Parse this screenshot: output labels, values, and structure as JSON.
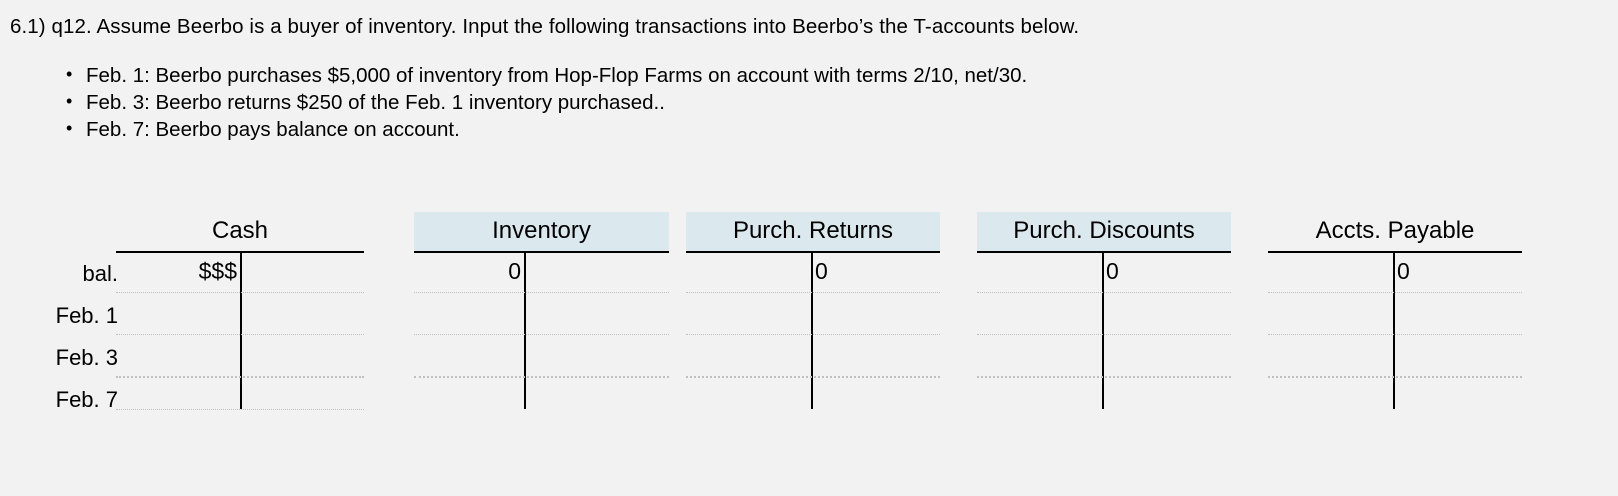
{
  "question": {
    "heading": "6.1) q12.  Assume Beerbo is a buyer of inventory.  Input the following transactions into Beerbo’s the T-accounts below.",
    "transactions": [
      "Feb. 1: Beerbo purchases $5,000 of inventory from Hop-Flop Farms on account with terms 2/10, net/30.",
      "Feb. 3: Beerbo returns $250 of the Feb. 1 inventory purchased..",
      "Feb. 7: Beerbo pays balance on account."
    ]
  },
  "colors": {
    "page_background": "#f2f2f2",
    "header_shading": "#dbe8ee",
    "rule": "#000000",
    "separator": "#bdbdbd"
  },
  "taccounts": {
    "row_labels": [
      "bal.",
      "Feb. 1",
      "Feb. 3",
      "Feb. 7"
    ],
    "accounts": [
      {
        "title": "Cash",
        "shaded": false,
        "debit_value": "$$$",
        "credit_value": "",
        "has_bottom_rule": true
      },
      {
        "title": "Inventory",
        "shaded": true,
        "debit_value": "0",
        "credit_value": "",
        "has_bottom_rule": false
      },
      {
        "title": "Purch. Returns",
        "shaded": true,
        "debit_value": "",
        "credit_value": "0",
        "has_bottom_rule": false
      },
      {
        "title": "Purch. Discounts",
        "shaded": true,
        "debit_value": "",
        "credit_value": "0",
        "has_bottom_rule": false
      },
      {
        "title": "Accts. Payable",
        "shaded": false,
        "debit_value": "",
        "credit_value": "0",
        "has_bottom_rule": false
      }
    ]
  }
}
